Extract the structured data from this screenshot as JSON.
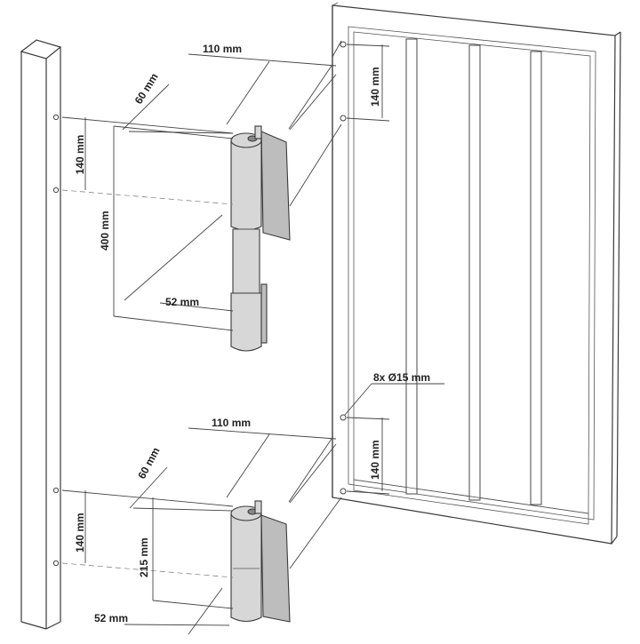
{
  "labels": {
    "top_width": "110 mm",
    "top_depth": "60 mm",
    "top_post_spacing": "140 mm",
    "top_height": "400 mm",
    "top_offset": "52 mm",
    "top_gate_spacing": "140 mm",
    "holes": "8x Ø15 mm",
    "bottom_width": "110 mm",
    "bottom_depth": "60 mm",
    "bottom_post_spacing": "140 mm",
    "bottom_height": "215 mm",
    "bottom_offset": "52 mm",
    "bottom_gate_spacing": "140 mm"
  },
  "colors": {
    "line": "#3a3a3a",
    "metal": "#d7d7d7",
    "metal_dark": "#bdbdbd",
    "background": "#ffffff"
  }
}
